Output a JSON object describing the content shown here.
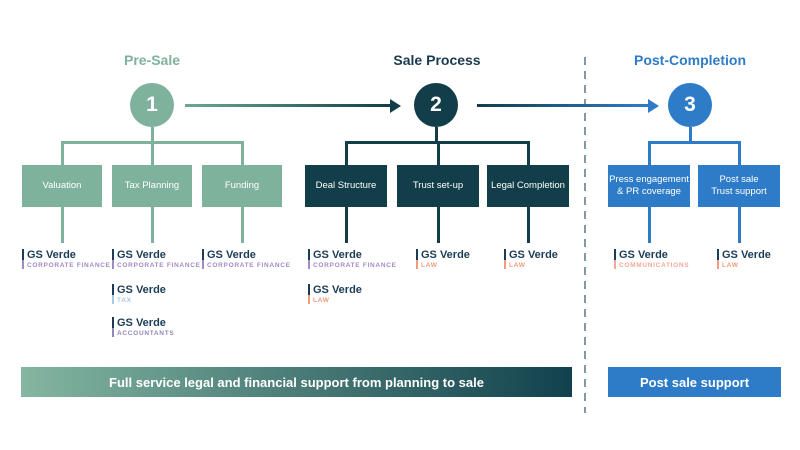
{
  "phases": [
    {
      "title": "Pre-Sale",
      "step": "1",
      "color": "#7fb29d",
      "boxes": [
        {
          "lines": [
            "Valuation"
          ]
        },
        {
          "lines": [
            "Tax Planning"
          ]
        },
        {
          "lines": [
            "Funding"
          ]
        }
      ]
    },
    {
      "title": "Sale Process",
      "step": "2",
      "color": "#123e49",
      "boxes": [
        {
          "lines": [
            "Deal Structure"
          ]
        },
        {
          "lines": [
            "Trust set-up"
          ]
        },
        {
          "lines": [
            "Legal Completion"
          ]
        }
      ]
    },
    {
      "title": "Post-Completion",
      "step": "3",
      "color": "#2e7cc7",
      "boxes": [
        {
          "lines": [
            "Press engagement",
            "& PR coverage"
          ]
        },
        {
          "lines": [
            "Post sale",
            "Trust support"
          ]
        }
      ]
    }
  ],
  "lockups": [
    {
      "brand": "GS Verde",
      "division": "CORPORATE FINANCE"
    },
    {
      "brand": "GS Verde",
      "division": "CORPORATE FINANCE"
    },
    {
      "brand": "GS Verde",
      "division": "CORPORATE FINANCE"
    },
    {
      "brand": "GS Verde",
      "division": "TAX"
    },
    {
      "brand": "GS Verde",
      "division": "ACCOUNTANTS"
    },
    {
      "brand": "GS Verde",
      "division": "CORPORATE FINANCE"
    },
    {
      "brand": "GS Verde",
      "division": "LAW"
    },
    {
      "brand": "GS Verde",
      "division": "LAW"
    },
    {
      "brand": "GS Verde",
      "division": "LAW"
    },
    {
      "brand": "GS Verde",
      "division": "COMMUNICATIONS"
    },
    {
      "brand": "GS Verde",
      "division": "LAW"
    }
  ],
  "banners": {
    "full_service": "Full service legal and financial support from planning to sale",
    "post_sale": "Post sale support"
  },
  "colors": {
    "pre_sale_green": "#7fb29d",
    "sale_process_teal": "#123e49",
    "post_completion_blue": "#2e7cc7",
    "brand_navy": "#1b3c55",
    "corporate_finance_purple": "#a18bc6",
    "tax_light_blue": "#a5c8e4",
    "accountants_purple": "#9187bd",
    "law_salmon": "#f49a7d",
    "communications_salmon": "#f6a897",
    "separator_grey": "#7e9aa5"
  }
}
